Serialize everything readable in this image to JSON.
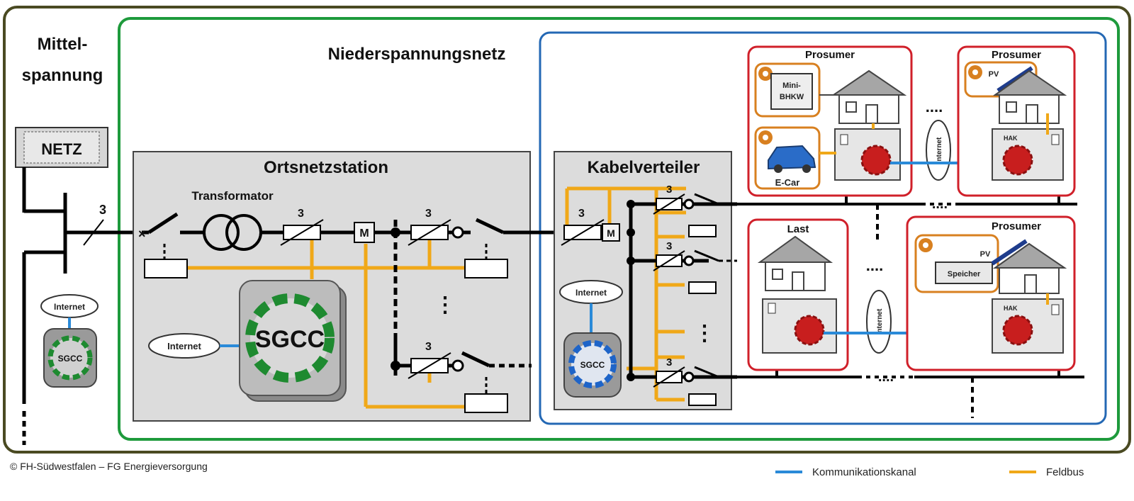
{
  "labels": {
    "mittelspannung_1": "Mittel-",
    "mittelspannung_2": "spannung",
    "netz": "NETZ",
    "niederspannungsnetz": "Niederspannungsnetz",
    "ortsnetzstation": "Ortsnetzstation",
    "transformator": "Transformator",
    "kabelverteiler": "Kabelverteiler",
    "phase_count": "3",
    "meter": "M",
    "sgcc": "SGCC",
    "internet": "Internet",
    "prosumer": "Prosumer",
    "last": "Last",
    "mini_bhkw_1": "Mini-",
    "mini_bhkw_2": "BHKW",
    "e_car": "E-Car",
    "pv": "PV",
    "speicher": "Speicher",
    "hak": "HAK",
    "ellipsis": "....",
    "dots_v": "⋮"
  },
  "footer": {
    "copyright": "© FH-Südwestfalen – FG Energieversorgung"
  },
  "legend": {
    "kommunikation": "Kommunikationskanal",
    "feldbus": "Feldbus"
  },
  "colors": {
    "outer_frame": "#4a4a22",
    "niederspannung_frame": "#1e9a3c",
    "blue_frame": "#2468b4",
    "red_frame": "#d0202a",
    "orange_frame": "#d88020",
    "feldbus": "#f0a818",
    "kommunikation": "#2a8ad8",
    "sgcc_green": "#1e8a30",
    "sgcc_blue": "#1e64c8",
    "sgcc_red": "#c81e1e"
  }
}
